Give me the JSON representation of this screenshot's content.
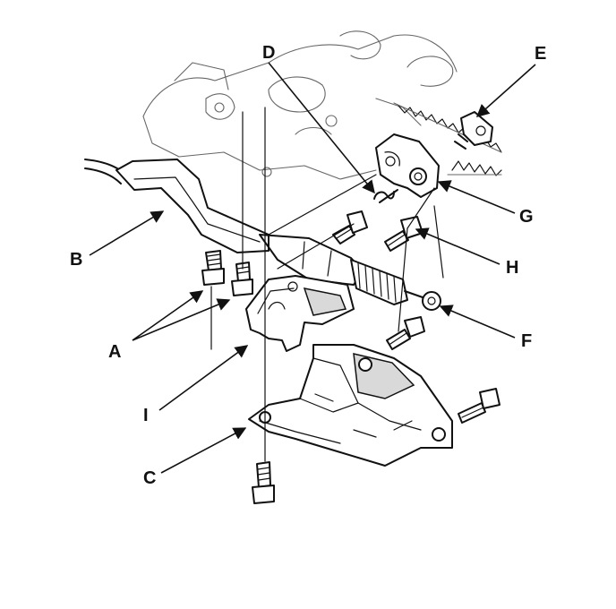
{
  "callouts": {
    "a": "A",
    "b": "B",
    "c": "C",
    "d": "D",
    "e": "E",
    "f": "F",
    "g": "G",
    "h": "H",
    "i": "I"
  }
}
